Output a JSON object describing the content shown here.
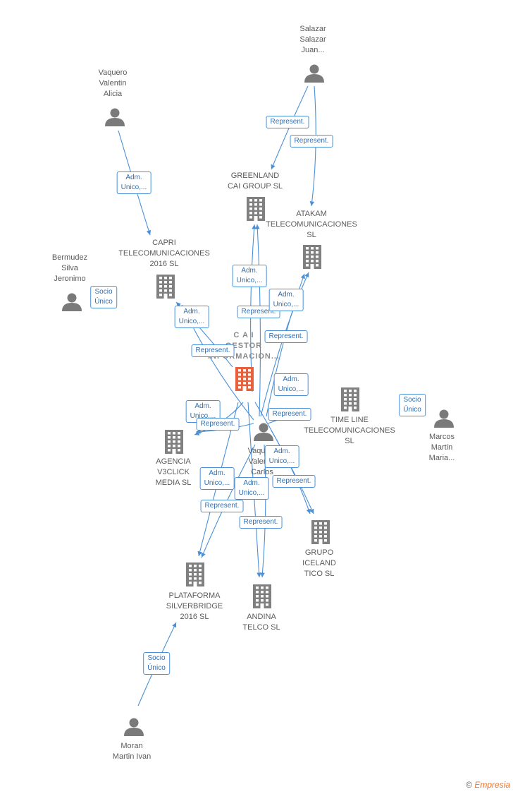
{
  "nodes": [
    {
      "id": "salazar",
      "kind": "person",
      "label": "Salazar\nSalazar\nJuan..."
    },
    {
      "id": "vaquero_alicia",
      "kind": "person",
      "label": "Vaquero\nValentin\nAlicia"
    },
    {
      "id": "greenland",
      "kind": "company",
      "label": "GREENLAND\nCAI GROUP  SL"
    },
    {
      "id": "atakam",
      "kind": "company",
      "label": "ATAKAM\nTELECOMUNICACIONES\nSL"
    },
    {
      "id": "capri",
      "kind": "company",
      "label": "CAPRI\nTELECOMUNICACIONES\n2016  SL"
    },
    {
      "id": "bermudez",
      "kind": "person",
      "label": "Bermudez\nSilva\nJeronimo"
    },
    {
      "id": "cai",
      "kind": "focus",
      "label": "C A I\nGESTOR\nINFORMACION..."
    },
    {
      "id": "timeline",
      "kind": "company",
      "label": "TIME LINE\nTELECOMUNICACIONES\nSL"
    },
    {
      "id": "marcos",
      "kind": "person",
      "label": "Marcos\nMartin\nMaria..."
    },
    {
      "id": "vaquero_carlos",
      "kind": "person",
      "label": "Vaquero\nValentin\nCarlos"
    },
    {
      "id": "agencia",
      "kind": "company",
      "label": "AGENCIA\nV3CLICK\nMEDIA  SL"
    },
    {
      "id": "grupo",
      "kind": "company",
      "label": "GRUPO\nICELAND\nTICO  SL"
    },
    {
      "id": "plataforma",
      "kind": "company",
      "label": "PLATAFORMA\nSILVERBRIDGE\n2016  SL"
    },
    {
      "id": "andina",
      "kind": "company",
      "label": "ANDINA\nTELCO  SL"
    },
    {
      "id": "moran",
      "kind": "person",
      "label": "Moran\nMartin Ivan"
    }
  ],
  "edge_labels": [
    "Represent.",
    "Represent.",
    "Adm.\nUnico,...",
    "Socio\nÚnico",
    "Adm.\nUnico,...",
    "Represent.",
    "Adm.\nUnico,...",
    "Adm.\nUnico,...",
    "Represent.",
    "Represent.",
    "Adm.\nUnico,...",
    "Socio\nÚnico",
    "Adm.\nUnico,...",
    "Represent.",
    "Represent.",
    "Adm.\nUnico,...",
    "Represent.",
    "Adm.\nUnico,...",
    "Adm.\nUnico,...",
    "Represent.",
    "Represent.",
    "Socio\nÚnico"
  ],
  "colors": {
    "edge": "#4a90d9",
    "person": "#7a7a7a",
    "company": "#808080",
    "focus": "#e8603c"
  },
  "footer": {
    "copyright": "©",
    "brand": "Empresia"
  }
}
